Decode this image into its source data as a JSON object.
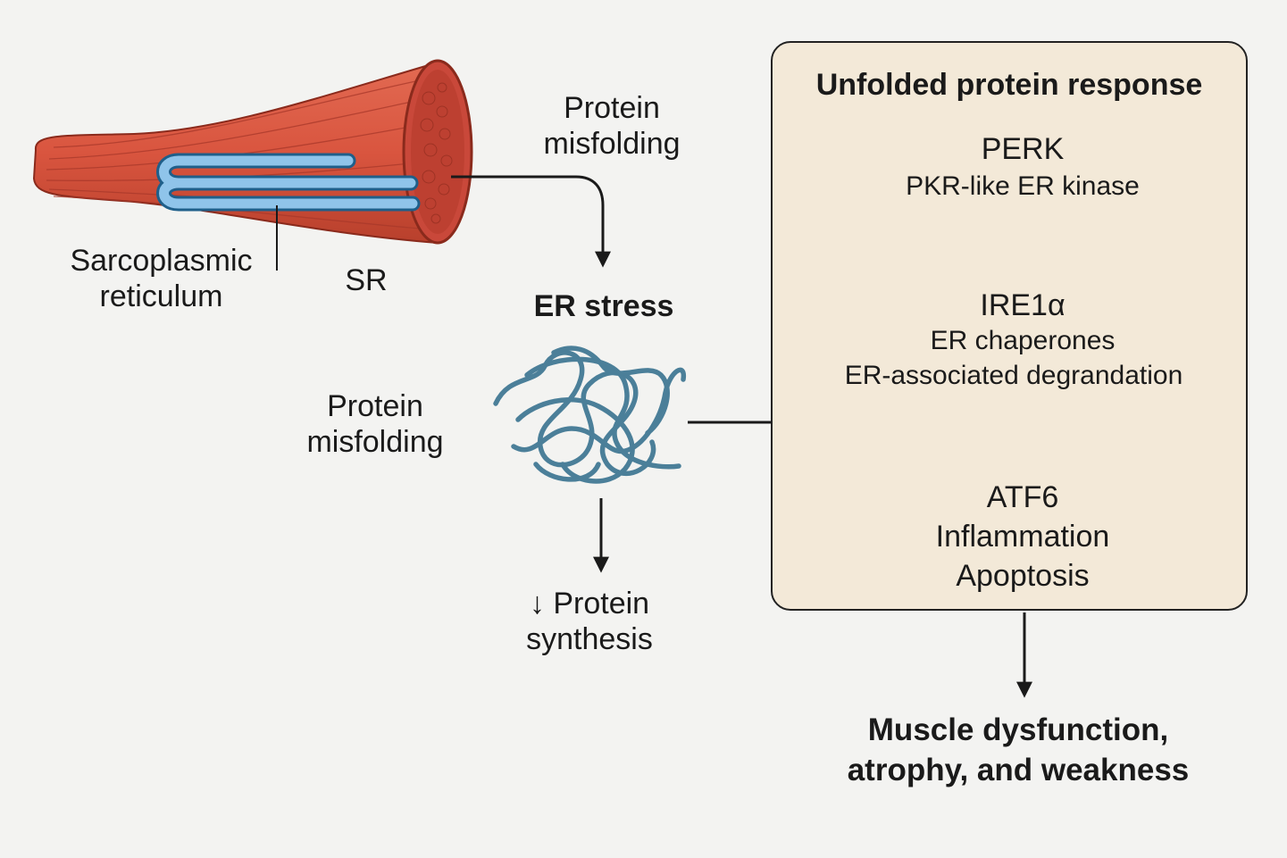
{
  "labels": {
    "sr_full_line1": "Sarcoplasmic",
    "sr_full_line2": "reticulum",
    "sr_abbrev": "SR",
    "misfolding_top_line1": "Protein",
    "misfolding_top_line2": "misfolding",
    "er_stress": "ER stress",
    "misfolding_left_line1": "Protein",
    "misfolding_left_line2": "misfolding",
    "protein_synthesis_line1": "↓ Protein",
    "protein_synthesis_line2": "synthesis"
  },
  "upr_box": {
    "title": "Unfolded protein response",
    "perk": "PERK",
    "perk_desc": "PKR-like ER kinase",
    "ire1": "IRE1α",
    "chaperones": "ER chaperones",
    "erad": "ER-associated degrandation",
    "atf6": "ATF6",
    "inflammation": "Inflammation",
    "apoptosis": "Apoptosis"
  },
  "outcome": {
    "line1": "Muscle dysfunction,",
    "line2": "atrophy, and weakness"
  },
  "colors": {
    "muscle": "#d9553f",
    "muscle_dark": "#b23a2a",
    "sr_tube": "#7fb8e6",
    "protein_coil": "#4b7f99",
    "box_fill": "#f3e9d8",
    "arrow": "#1a1a1a"
  }
}
